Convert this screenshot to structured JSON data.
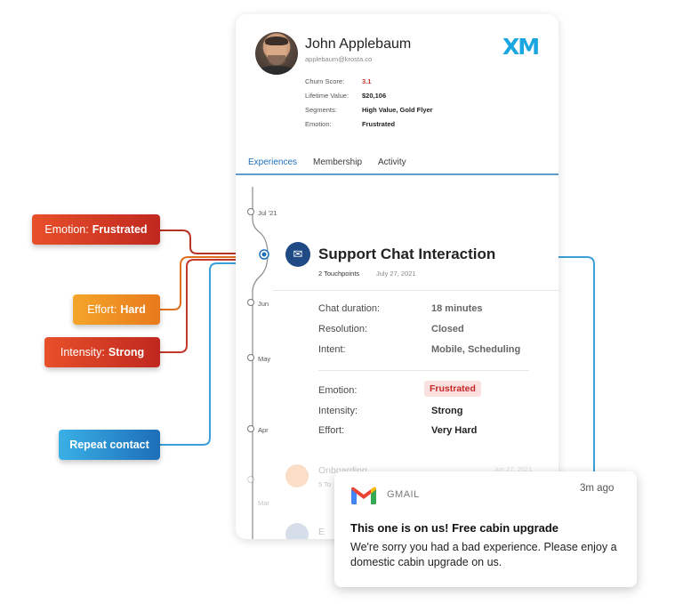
{
  "profile": {
    "name": "John Applebaum",
    "email": "applebaum@krosta.co",
    "brand": "XM",
    "attributes": [
      {
        "label": "Churn Score:",
        "value": "3.1"
      },
      {
        "label": "Lifetime Value:",
        "value": "$20,106"
      },
      {
        "label": "Segments:",
        "value": "High Value, Gold Flyer"
      },
      {
        "label": "Emotion:",
        "value": "Frustrated"
      }
    ]
  },
  "tabs": [
    "Experiences",
    "Membership",
    "Activity"
  ],
  "active_tab": "Experiences",
  "timeline": {
    "labels": [
      "Jul '21",
      "Jun",
      "May",
      "Apr",
      "Mar"
    ]
  },
  "interaction": {
    "title": "Support Chat Interaction",
    "touchpoints": "2 Touchpoints",
    "date": "July 27, 2021",
    "details": [
      {
        "label": "Chat duration:",
        "value": "18 minutes"
      },
      {
        "label": "Resolution:",
        "value": "Closed"
      },
      {
        "label": "Intent:",
        "value": "Mobile, Scheduling"
      }
    ],
    "signals": [
      {
        "label": "Emotion:",
        "value": "Frustrated"
      },
      {
        "label": "Intensity:",
        "value": "Strong"
      },
      {
        "label": "Effort:",
        "value": "Very Hard"
      }
    ]
  },
  "faded_items": {
    "first_title": "Onboarding",
    "first_meta": "5 To",
    "first_date": "Jun 27, 2021",
    "second_title": "E"
  },
  "tags": {
    "emotion": {
      "prefix": "Emotion:",
      "value": "Frustrated"
    },
    "effort": {
      "prefix": "Effort:",
      "value": "Hard"
    },
    "intensity": {
      "prefix": "Intensity:",
      "value": "Strong"
    },
    "repeat": "Repeat contact"
  },
  "notification": {
    "app": "GMAIL",
    "time": "3m ago",
    "title": "This one is on us! Free cabin upgrade",
    "body": "We're sorry you had a bad experience. Please enjoy a domestic cabin upgrade on us."
  },
  "colors": {
    "accent_blue": "#1e6fb8",
    "xm_blue": "#1aa6e0",
    "frustrated_red": "#c62828",
    "connector_red": "#c0392b",
    "connector_blue": "#3ca0d8"
  }
}
